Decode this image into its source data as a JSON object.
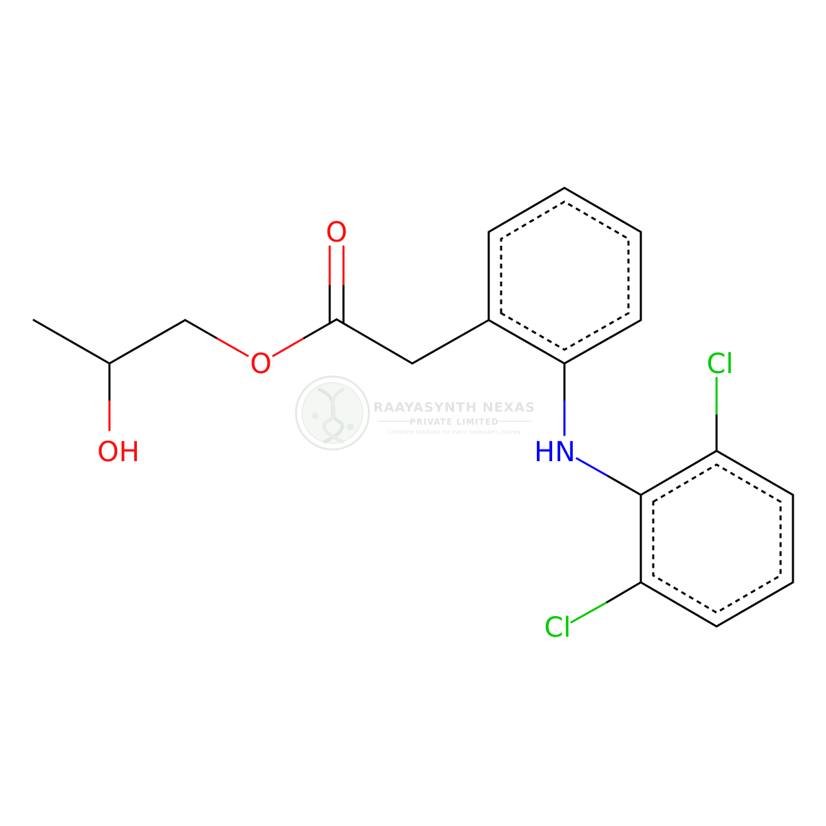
{
  "molecule": {
    "atoms": {
      "carbonyl_oxygen": "O",
      "ester_oxygen": "O",
      "hydroxyl": "OH",
      "amine": "HN",
      "chlorine_top": "Cl",
      "chlorine_bottom": "Cl"
    }
  },
  "watermark": {
    "company": "RAAYASYNTH NEXAS",
    "subtitle": "PRIVATE LIMITED",
    "tagline": "Complete solutions for every molecule's journey"
  },
  "colors": {
    "carbon_bond": "#000000",
    "oxygen": "#ff0d0d",
    "nitrogen": "#0000ff",
    "chlorine": "#00cc00",
    "watermark": "#cfd6cf"
  }
}
